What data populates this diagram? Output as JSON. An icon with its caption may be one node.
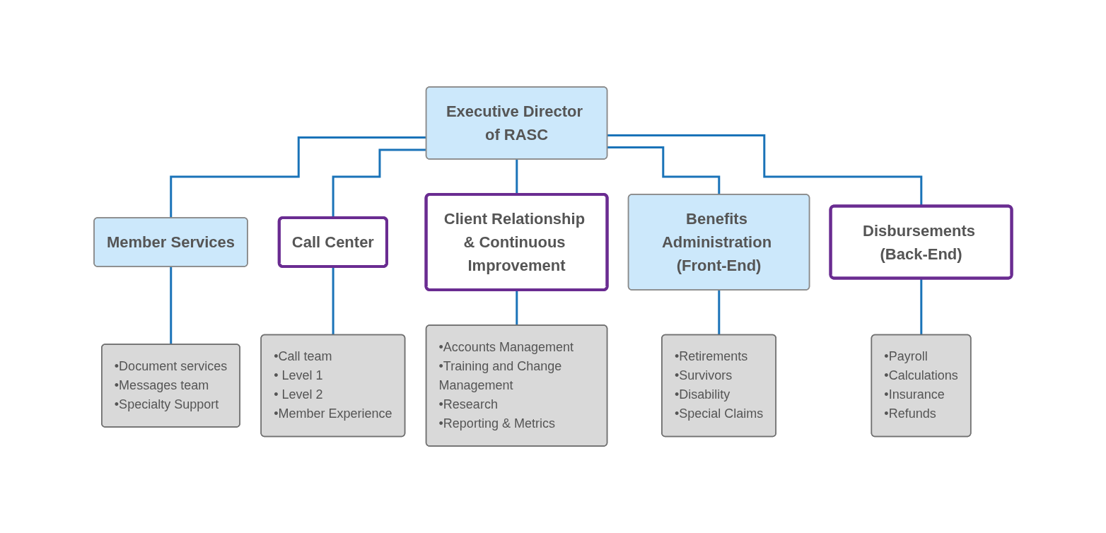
{
  "diagram": {
    "nodes": [
      {
        "text": [
          "Executive Director of RASC"
        ]
      },
      {
        "text": [
          "Member Services"
        ]
      },
      {
        "text": [
          "Call Center"
        ]
      },
      {
        "text": [
          "Client Relationship & Continuous Improvement"
        ]
      },
      {
        "text": [
          "Benefits Administration (Front-End)"
        ]
      },
      {
        "text": [
          "Disbursements (Back-End)"
        ]
      },
      {
        "text": [
          "•Document services",
          "•Messages team",
          "•Specialty Support"
        ]
      },
      {
        "text": [
          "•Call team",
          "• Level 1",
          "• Level 2",
          "•Member Experience"
        ]
      },
      {
        "text": [
          "•Accounts Management",
          "•Training and Change Management",
          "•Research",
          "•Reporting & Metrics"
        ]
      },
      {
        "text": [
          "•Retirements",
          "•Survivors",
          "•Disability",
          "•Special Claims"
        ]
      },
      {
        "text": [
          "•Payroll",
          "•Calculations",
          "•Insurance",
          "•Refunds"
        ]
      }
    ],
    "edges": [
      {
        "from": 0,
        "to": 1,
        "arrow": "none"
      },
      {
        "from": 0,
        "to": 2,
        "arrow": "none"
      },
      {
        "from": 0,
        "to": 3,
        "arrow": "none"
      },
      {
        "from": 0,
        "to": 4,
        "arrow": "none"
      },
      {
        "from": 0,
        "to": 5,
        "arrow": "none"
      },
      {
        "from": 1,
        "to": 6,
        "arrow": "none"
      },
      {
        "from": 2,
        "to": 7,
        "arrow": "none"
      },
      {
        "from": 3,
        "to": 8,
        "arrow": "none"
      },
      {
        "from": 4,
        "to": 9,
        "arrow": "none"
      },
      {
        "from": 5,
        "to": 10,
        "arrow": "none"
      }
    ]
  }
}
